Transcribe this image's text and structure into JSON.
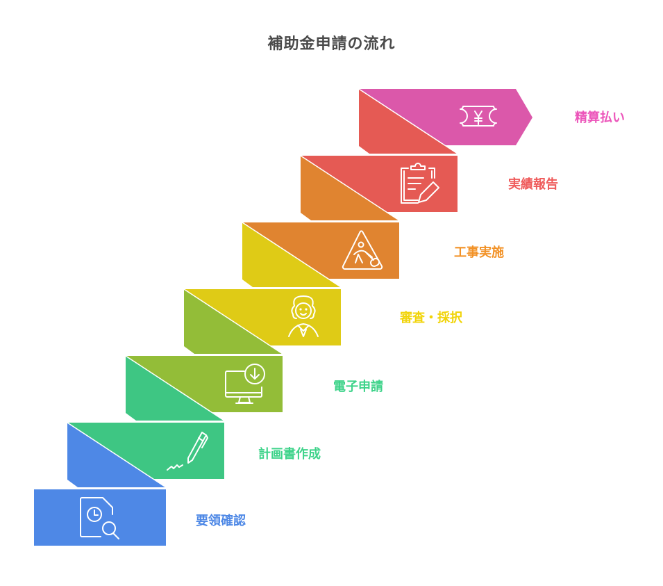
{
  "title": "補助金申請の流れ",
  "steps": [
    {
      "label": "要領確認",
      "icon": "document-clock-search-icon",
      "color": "#4e88e6",
      "label_color": "#4e88e6"
    },
    {
      "label": "計画書作成",
      "icon": "pen-signature-icon",
      "color": "#3ec683",
      "label_color": "#3ed38a"
    },
    {
      "label": "電子申請",
      "icon": "computer-download-icon",
      "color": "#93bd38",
      "label_color": "#3ed38a"
    },
    {
      "label": "審査・採択",
      "icon": "reviewer-person-icon",
      "color": "#dfcb16",
      "label_color": "#f1d40a"
    },
    {
      "label": "工事実施",
      "icon": "construction-worker-sign-icon",
      "color": "#e08430",
      "label_color": "#f29227"
    },
    {
      "label": "実績報告",
      "icon": "clipboard-edit-icon",
      "color": "#e55a54",
      "label_color": "#ef5b5b"
    },
    {
      "label": "精算払い",
      "icon": "yen-ticket-icon",
      "color": "#db58aa",
      "label_color": "#ec55ba"
    }
  ]
}
